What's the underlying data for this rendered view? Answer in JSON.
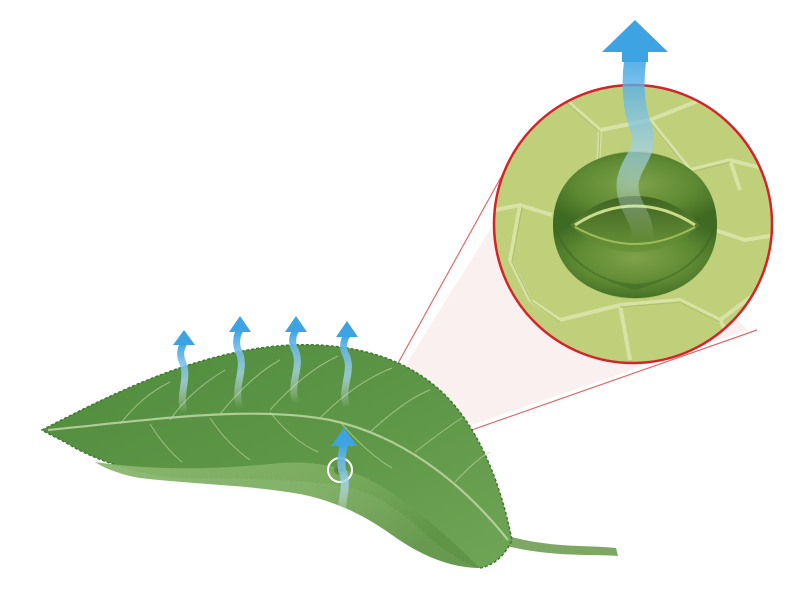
{
  "diagram": {
    "subject": "leaf-stoma-transpiration",
    "labels": [],
    "colors": {
      "background": "#ffffff",
      "leaf_dark": "#4f8a3c",
      "leaf_mid": "#6a9f53",
      "leaf_light": "#8bb870",
      "vein": "#b9d49e",
      "stem": "#7fa764",
      "cell_fill": "#bfcf7a",
      "cell_edge": "#d7e2a4",
      "guard_cell_dark": "#4d7a2a",
      "guard_cell_mid": "#6f9a3e",
      "pore": "#577d30",
      "magnifier_border": "#d4242a",
      "zoom_line": "#e06a6a",
      "arrow": "#3ea3e3",
      "vapor": "#a8d7f2"
    },
    "icons": {
      "vapor_arrow": "arrow-up-icon",
      "magnifier": "magnifier-circle"
    },
    "vapor_arrow_count": 6
  }
}
